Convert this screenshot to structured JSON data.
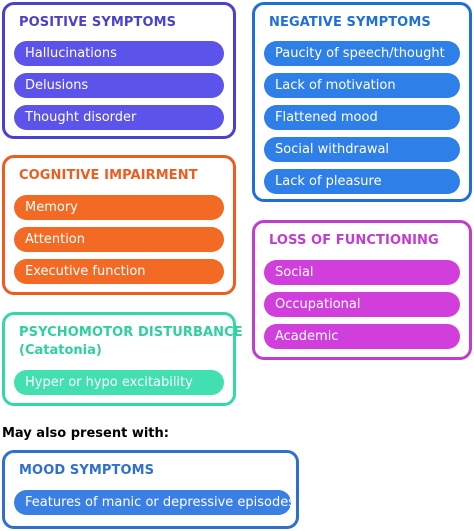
{
  "colors": {
    "positive": "#4a41cf",
    "positive_fill": "#5b53ea",
    "negative": "#1f6fd8",
    "negative_fill": "#2f7fe8",
    "cognitive": "#ee5d1f",
    "cognitive_fill": "#f26a23",
    "functioning": "#c23ccf",
    "functioning_fill": "#d03fdc",
    "psychomotor": "#33d8a8",
    "psychomotor_fill": "#42e0b0",
    "mood": "#2f6fd0",
    "mood_fill": "#3a7fe4"
  },
  "positive_symptoms": {
    "title": "POSITIVE SYMPTOMS",
    "items": [
      "Hallucinations",
      "Delusions",
      "Thought disorder"
    ]
  },
  "negative_symptoms": {
    "title": "NEGATIVE SYMPTOMS",
    "items": [
      "Paucity of speech/thought",
      "Lack of motivation",
      "Flattened mood",
      "Social withdrawal",
      "Lack of pleasure"
    ]
  },
  "cognitive_impairment": {
    "title": "COGNITIVE IMPAIRMENT",
    "items": [
      "Memory",
      "Attention",
      "Executive function"
    ]
  },
  "loss_of_functioning": {
    "title": "LOSS OF FUNCTIONING",
    "items": [
      "Social",
      "Occupational",
      "Academic"
    ]
  },
  "psychomotor_disturbance": {
    "title": "PSYCHOMOTOR DISTURBANCE",
    "subtitle": "(Catatonia)",
    "items": [
      "Hyper or hypo excitability"
    ]
  },
  "also_present": {
    "label": "May also present with:"
  },
  "mood_symptoms": {
    "title": "MOOD SYMPTOMS",
    "items": [
      "Features of manic or depressive episodes"
    ]
  }
}
